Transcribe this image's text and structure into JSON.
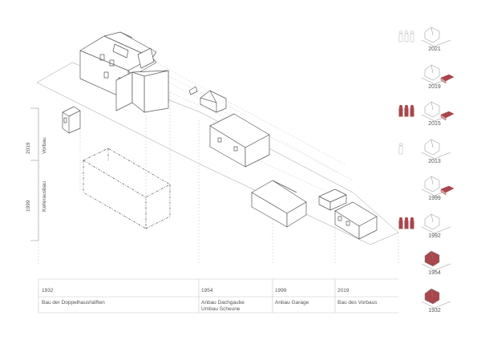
{
  "timeline": {
    "years": [
      "1932",
      "1954",
      "1999",
      "2019"
    ],
    "events": [
      {
        "year": "1932",
        "lines": [
          "Bau der Doppelhaushälften"
        ]
      },
      {
        "year": "1954",
        "lines": [
          "Anbau Dachgaube",
          "Umbau Scheune"
        ]
      },
      {
        "year": "1999",
        "lines": [
          "Anbau Garage"
        ]
      },
      {
        "year": "2019",
        "lines": [
          "Bau des Vorbaus"
        ]
      }
    ]
  },
  "vertical_labels": {
    "vorbau_year": "2019",
    "vorbau_label": "Vorbau",
    "keller_year": "1999",
    "keller_label": "Kellerausbau"
  },
  "history_strip": [
    {
      "year": "2021",
      "people": "outline",
      "accent": false
    },
    {
      "year": "2019",
      "people": "none",
      "accent": true
    },
    {
      "year": "2015",
      "people": "filled",
      "accent": true
    },
    {
      "year": "2013",
      "people": "outline-single",
      "accent": false
    },
    {
      "year": "1999",
      "people": "none",
      "accent": true
    },
    {
      "year": "1992",
      "people": "filled",
      "accent": false
    },
    {
      "year": "1954",
      "people": "none",
      "accent": true
    },
    {
      "year": "1932",
      "people": "none",
      "accent": true
    }
  ],
  "colors": {
    "line": "#5a5a5a",
    "guide": "#b8b8b8",
    "accent": "#a8474c",
    "accent_light": "#d9a3a5"
  }
}
